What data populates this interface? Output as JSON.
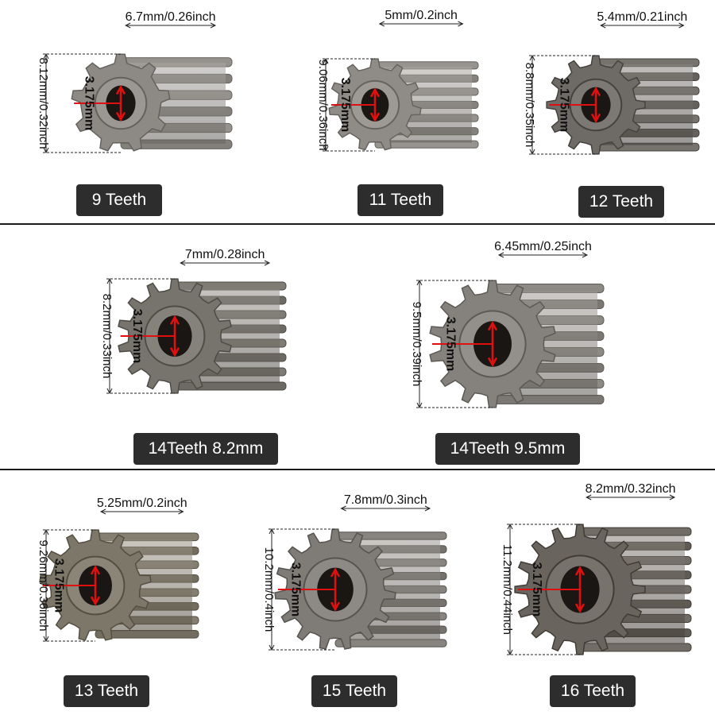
{
  "colors": {
    "label_bg": "#2d2d2d",
    "label_text": "#ffffff",
    "divider": "#1a1a1a",
    "bore_arrow": "#e01010",
    "dim_line": "#222222"
  },
  "gears": [
    {
      "id": "g9",
      "teeth": 9,
      "label": "9 Teeth",
      "width_text": "6.7mm/0.26inch",
      "height_text": "8.12mm/0.32inch",
      "bore_text": "3.175mm",
      "tone": "#8d8a86"
    },
    {
      "id": "g11",
      "teeth": 11,
      "label": "11 Teeth",
      "width_text": "5mm/0.2inch",
      "height_text": "9.06mm/0.36inch",
      "bore_text": "3.175mm",
      "tone": "#8f8b86"
    },
    {
      "id": "g12",
      "teeth": 12,
      "label": "12 Teeth",
      "width_text": "5.4mm/0.21inch",
      "height_text": "8.8mm/0.35inch",
      "bore_text": "3.175mm",
      "tone": "#6e6a66"
    },
    {
      "id": "g14a",
      "teeth": 14,
      "label": "14Teeth 8.2mm",
      "width_text": "7mm/0.28inch",
      "height_text": "8.2mm/0.33inch",
      "bore_text": "3.175mm",
      "tone": "#77736d"
    },
    {
      "id": "g14b",
      "teeth": 14,
      "label": "14Teeth 9.5mm",
      "width_text": "6.45mm/0.25inch",
      "height_text": "9.5mm/0.39inch",
      "bore_text": "3.175mm",
      "tone": "#85817c"
    },
    {
      "id": "g13",
      "teeth": 13,
      "label": "13 Teeth",
      "width_text": "5.25mm/0.2inch",
      "height_text": "9.26mm/0.36inch",
      "bore_text": "3.175mm",
      "tone": "#7d776a"
    },
    {
      "id": "g15",
      "teeth": 15,
      "label": "15 Teeth",
      "width_text": "7.8mm/0.3inch",
      "height_text": "10.2mm/0.4inch",
      "bore_text": "3.175mm",
      "tone": "#7f7b76"
    },
    {
      "id": "g16",
      "teeth": 16,
      "label": "16 Teeth",
      "width_text": "8.2mm/0.32inch",
      "height_text": "11.2mm/0.44inch",
      "bore_text": "3.175mm",
      "tone": "#6a645e"
    }
  ]
}
